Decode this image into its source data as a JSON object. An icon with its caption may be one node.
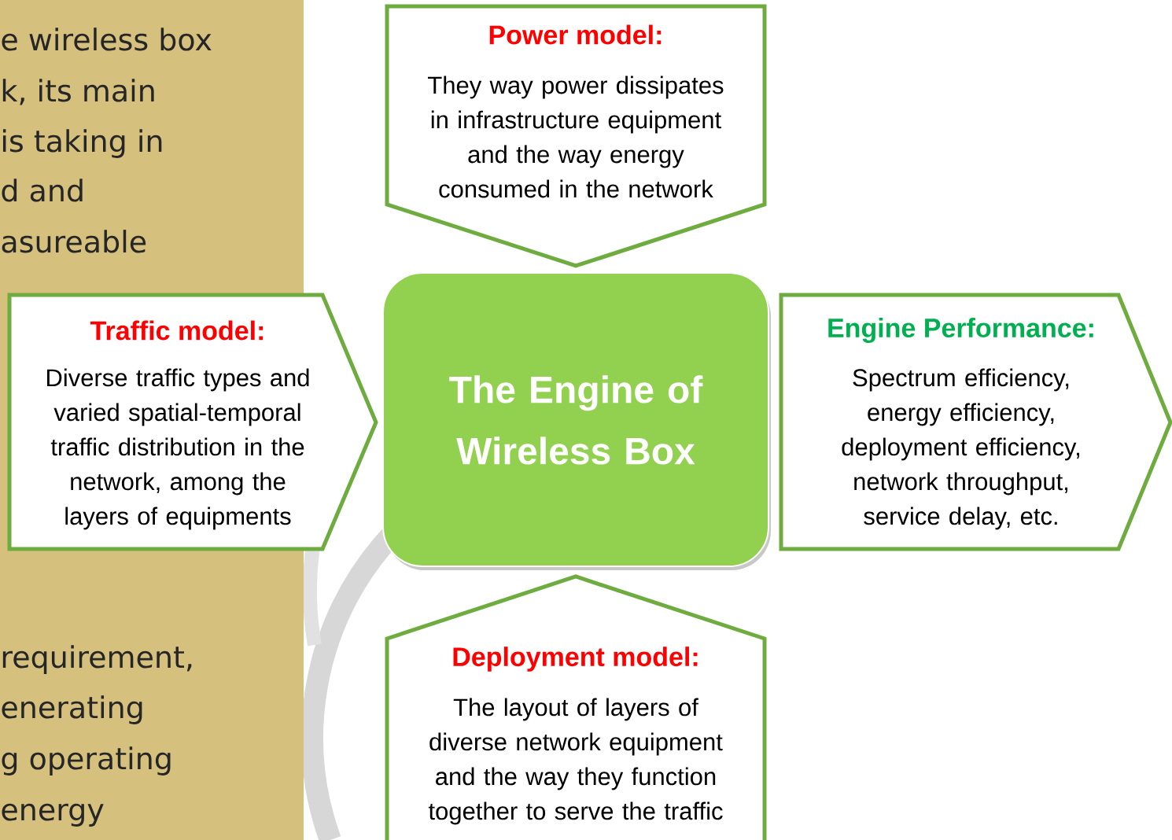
{
  "diagram": {
    "nodes": [
      {
        "text": [
          "Power model:",
          "They way power dissipates in infrastructure equipment and the way energy consumed in the network"
        ]
      },
      {
        "text": [
          "Traffic model:",
          "Diverse traffic types and varied spatial-temporal traffic distribution in the network, among the layers of equipments"
        ]
      },
      {
        "text": [
          "The Engine of Wireless Box"
        ]
      },
      {
        "text": [
          "Engine Performance:",
          "Spectrum efficiency, energy efficiency, deployment efficiency, network throughput, service delay, etc."
        ]
      },
      {
        "text": [
          "Deployment model:",
          "The layout of layers of diverse network equipment and the way they function together to serve the traffic"
        ]
      }
    ],
    "labels": [
      "e wireless box",
      "k, its main",
      "is taking in",
      "d and",
      "asureable",
      "requirement,",
      "enerating",
      "g operating",
      "energy"
    ]
  }
}
